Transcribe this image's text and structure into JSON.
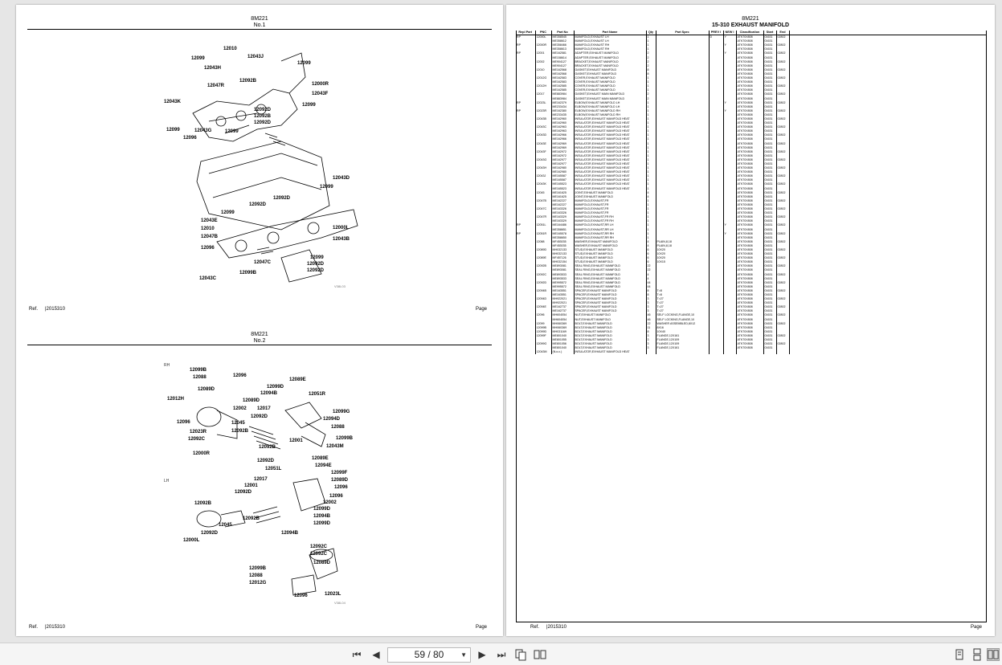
{
  "left_page": {
    "fig1": {
      "model": "8M221",
      "no": "No.1",
      "ref": "Ref.",
      "ref_code": "|2015310",
      "page": "Page",
      "code": "V38L03"
    },
    "fig2": {
      "model": "8M221",
      "no": "No.2",
      "ref": "Ref.",
      "ref_code": "|2015310",
      "page": "Page",
      "code": "V38L04",
      "rh": "RH",
      "lh": "LH"
    },
    "fig1_labels": [
      "12010",
      "12043J",
      "12099",
      "12099",
      "12043H",
      "12047R",
      "12092B",
      "12000R",
      "12043F",
      "12043K",
      "12092D",
      "12092B",
      "12092D",
      "12099",
      "12099",
      "12043G",
      "12099",
      "12096",
      "12043D",
      "12099",
      "12092D",
      "12092D",
      "12099",
      "12043E",
      "12010",
      "12047B",
      "12096",
      "12000L",
      "12043B",
      "12099",
      "12047C",
      "12092D",
      "12092D",
      "12043C",
      "12099B"
    ],
    "fig2_labels": [
      "12099B",
      "12088",
      "12096",
      "12089E",
      "12099D",
      "12089D",
      "12094B",
      "12051R",
      "12012H",
      "12089D",
      "12002",
      "12017",
      "12099G",
      "12092D",
      "12094D",
      "12096",
      "12045",
      "12088",
      "12023R",
      "12092B",
      "12099B",
      "12092C",
      "12001",
      "12043M",
      "12092B",
      "12000R",
      "12089E",
      "12092D",
      "12094E",
      "12051L",
      "12099F",
      "12017",
      "12089D",
      "12001",
      "12096",
      "12092D",
      "12096",
      "12002",
      "12092B",
      "12099D",
      "12094B",
      "12092B",
      "12099D",
      "12045",
      "12092D",
      "12094B",
      "12000L",
      "12092C",
      "12092C",
      "12089D",
      "12099B",
      "12088",
      "12012G",
      "12096",
      "12023L"
    ]
  },
  "right_page": {
    "model": "8M221",
    "title": "15-310 EXHAUST MANIFOLD",
    "ref": "Ref.",
    "ref_code": "|2015310",
    "page": "Page",
    "columns": [
      "Repl Part",
      "PNC",
      "Part No",
      "Part Name",
      "Qty",
      "Part Spec",
      "PREV I",
      "NEW I",
      "Classification",
      "Start",
      "End"
    ],
    "rows": [
      [
        "RP",
        "12000L",
        "ME358545",
        "MANIFOLD,EXHAUST LH",
        "1",
        "",
        "D",
        "Y",
        "ATK70X808",
        "01631",
        "02802"
      ],
      [
        "",
        "",
        "ME358612",
        "MANIFOLD,EXHAUST LH",
        "1",
        "",
        "",
        "",
        "ATK70X808",
        "01631",
        ""
      ],
      [
        "RP",
        "12000R",
        "ME358466",
        "MANIFOLD,EXHAUST RH",
        "1",
        "",
        "",
        "Y",
        "ATK70X808",
        "01631",
        "02802"
      ],
      [
        "",
        "",
        "ME358613",
        "MANIFOLD,EXHAUST RH",
        "1",
        "",
        "",
        "",
        "ATK70X808",
        "01631",
        ""
      ],
      [
        "RP",
        "12001",
        "ME162581",
        "ADAPTER,EXHAUST MANIFOLD",
        "2",
        "",
        "",
        "Y",
        "ATK70X808",
        "01631",
        "02802"
      ],
      [
        "",
        "",
        "ME158614",
        "ADAPTER,EXHAUST MANIFOLD",
        "2",
        "",
        "",
        "",
        "ATK70X808",
        "01631",
        ""
      ],
      [
        "",
        "12002",
        "ME904127",
        "BRACKET,EXHAUST MANIFOLD",
        "2",
        "",
        "",
        "",
        "ATK70X808",
        "01631",
        "02802"
      ],
      [
        "",
        "",
        "ME904127",
        "BRACKET,EXHAUST MANIFOLD",
        "2",
        "",
        "",
        "",
        "ATK70X808",
        "01631",
        ""
      ],
      [
        "",
        "12010",
        "ME162568",
        "GASKET,EXHAUST MANIFOLD",
        "8",
        "",
        "",
        "",
        "ATK70X808",
        "01631",
        "02802"
      ],
      [
        "",
        "",
        "ME162568",
        "GASKET,EXHAUST MANIFOLD",
        "8",
        "",
        "",
        "",
        "ATK70X808",
        "01631",
        ""
      ],
      [
        "",
        "12012G",
        "ME162583",
        "COVER,EXHAUST MANIFOLD",
        "1",
        "",
        "",
        "",
        "ATK70X808",
        "01631",
        "02802"
      ],
      [
        "",
        "",
        "ME162583",
        "COVER,EXHAUST MANIFOLD",
        "1",
        "",
        "",
        "",
        "ATK70X808",
        "01631",
        ""
      ],
      [
        "",
        "12012H",
        "ME162585",
        "COVER,EXHAUST MANIFOLD",
        "1",
        "",
        "",
        "",
        "ATK70X808",
        "01631",
        "02802"
      ],
      [
        "",
        "",
        "ME162585",
        "COVER,EXHAUST MANIFOLD",
        "1",
        "",
        "",
        "",
        "ATK70X808",
        "01631",
        ""
      ],
      [
        "",
        "12017",
        "ME883984",
        "GASKET,EXHAUST MAIN MANIFOLD",
        "2",
        "",
        "",
        "",
        "ATK70X808",
        "01631",
        "02802"
      ],
      [
        "",
        "",
        "ME883984",
        "GASKET,EXHAUST MAIN MANIFOLD",
        "2",
        "",
        "",
        "",
        "ATK70X808",
        "01631",
        ""
      ],
      [
        "RP",
        "12023L",
        "ME162379",
        "ELBOW,EXHAUST MANIFOLD LH",
        "1",
        "",
        "",
        "Y",
        "ATK70X808",
        "01631",
        "02802"
      ],
      [
        "",
        "",
        "ME233434",
        "ELBOW,EXHAUST MANIFOLD LH",
        "1",
        "",
        "",
        "",
        "ATK70X808",
        "01631",
        ""
      ],
      [
        "RP",
        "12023R",
        "ME162380",
        "ELBOW,EXHAUST MANIFOLD RH",
        "1",
        "",
        "",
        "Y",
        "ATK70X808",
        "01631",
        "02802"
      ],
      [
        "",
        "",
        "ME233435",
        "ELBOW,EXHAUST MANIFOLD RH",
        "1",
        "",
        "",
        "",
        "ATK70X808",
        "01631",
        ""
      ],
      [
        "",
        "12043B",
        "ME162960",
        "INSULATOR,EXHAUST MANIFOLD HEAT",
        "1",
        "",
        "",
        "",
        "ATK70X808",
        "01631",
        "02802"
      ],
      [
        "",
        "",
        "ME162960",
        "INSULATOR,EXHAUST MANIFOLD HEAT",
        "1",
        "",
        "",
        "",
        "ATK70X808",
        "01631",
        ""
      ],
      [
        "",
        "12043C",
        "ME162963",
        "INSULATOR,EXHAUST MANIFOLD HEAT",
        "1",
        "",
        "",
        "",
        "ATK70X808",
        "01631",
        "02802"
      ],
      [
        "",
        "",
        "ME162963",
        "INSULATOR,EXHAUST MANIFOLD HEAT",
        "1",
        "",
        "",
        "",
        "ATK70X808",
        "01631",
        ""
      ],
      [
        "",
        "12043D",
        "ME162966",
        "INSULATOR,EXHAUST MANIFOLD HEAT",
        "1",
        "",
        "",
        "",
        "ATK70X808",
        "01631",
        "02802"
      ],
      [
        "",
        "",
        "ME162966",
        "INSULATOR,EXHAUST MANIFOLD HEAT",
        "1",
        "",
        "",
        "",
        "ATK70X808",
        "01631",
        ""
      ],
      [
        "",
        "12043E",
        "ME162969",
        "INSULATOR,EXHAUST MANIFOLD HEAT",
        "1",
        "",
        "",
        "",
        "ATK70X808",
        "01631",
        "02802"
      ],
      [
        "",
        "",
        "ME162969",
        "INSULATOR,EXHAUST MANIFOLD HEAT",
        "1",
        "",
        "",
        "",
        "ATK70X808",
        "01631",
        ""
      ],
      [
        "",
        "12043F",
        "ME162972",
        "INSULATOR,EXHAUST MANIFOLD HEAT",
        "1",
        "",
        "",
        "",
        "ATK70X808",
        "01631",
        "02802"
      ],
      [
        "",
        "",
        "ME162972",
        "INSULATOR,EXHAUST MANIFOLD HEAT",
        "1",
        "",
        "",
        "",
        "ATK70X808",
        "01631",
        ""
      ],
      [
        "",
        "12043G",
        "ME162977",
        "INSULATOR,EXHAUST MANIFOLD HEAT",
        "1",
        "",
        "",
        "",
        "ATK70X808",
        "01631",
        "02802"
      ],
      [
        "",
        "",
        "ME162977",
        "INSULATOR,EXHAUST MANIFOLD HEAT",
        "1",
        "",
        "",
        "",
        "ATK70X808",
        "01631",
        ""
      ],
      [
        "",
        "12043H",
        "ME162980",
        "INSULATOR,EXHAUST MANIFOLD HEAT",
        "1",
        "",
        "",
        "",
        "ATK70X808",
        "01631",
        "02802"
      ],
      [
        "",
        "",
        "ME162980",
        "INSULATOR,EXHAUST MANIFOLD HEAT",
        "1",
        "",
        "",
        "",
        "ATK70X808",
        "01631",
        ""
      ],
      [
        "",
        "12043J",
        "ME165587",
        "INSULATOR,EXHAUST MANIFOLD HEAT",
        "1",
        "",
        "",
        "",
        "ATK70X808",
        "01631",
        "02802"
      ],
      [
        "",
        "",
        "ME165587",
        "INSULATOR,EXHAUST MANIFOLD HEAT",
        "1",
        "",
        "",
        "",
        "ATK70X808",
        "01631",
        ""
      ],
      [
        "",
        "12043K",
        "ME165523",
        "INSULATOR,EXHAUST MANIFOLD HEAT",
        "1",
        "",
        "",
        "",
        "ATK70X808",
        "01631",
        "02802"
      ],
      [
        "",
        "",
        "ME165523",
        "INSULATOR,EXHAUST MANIFOLD HEAT",
        "1",
        "",
        "",
        "",
        "ATK70X808",
        "01631",
        ""
      ],
      [
        "",
        "12045",
        "ME161625",
        "JOINT,EXHAUST MANIFOLD",
        "4",
        "",
        "",
        "",
        "ATK70X808",
        "01631",
        "02802"
      ],
      [
        "",
        "",
        "ME161625",
        "JOINT,EXHAUST MANIFOLD",
        "4",
        "",
        "",
        "",
        "ATK70X808",
        "01631",
        ""
      ],
      [
        "",
        "12047B",
        "ME162227",
        "MANIFOLD,EXHAUST,FR",
        "1",
        "",
        "",
        "",
        "ATK70X808",
        "01631",
        "02802"
      ],
      [
        "",
        "",
        "ME162227",
        "MANIFOLD,EXHAUST,FR",
        "1",
        "",
        "",
        "",
        "ATK70X808",
        "01631",
        ""
      ],
      [
        "",
        "12047C",
        "ME163326",
        "MANIFOLD,EXHAUST,FR",
        "1",
        "",
        "",
        "",
        "ATK70X808",
        "01631",
        "02802"
      ],
      [
        "",
        "",
        "ME163326",
        "MANIFOLD,EXHAUST,FR",
        "1",
        "",
        "",
        "",
        "ATK70X808",
        "01631",
        ""
      ],
      [
        "",
        "12047R",
        "ME163329",
        "MANIFOLD,EXHAUST,FR RH",
        "1",
        "",
        "",
        "",
        "ATK70X808",
        "01631",
        "02802"
      ],
      [
        "",
        "",
        "ME163329",
        "MANIFOLD,EXHAUST,FR RH",
        "1",
        "",
        "",
        "",
        "ATK70X808",
        "01631",
        ""
      ],
      [
        "RP",
        "12051L",
        "ME164486",
        "MANIFOLD,EXHAUST,RR LH",
        "1",
        "",
        "",
        "Y",
        "ATK70X808",
        "01631",
        "02802"
      ],
      [
        "",
        "",
        "ME358651",
        "MANIFOLD,EXHAUST,RR LH",
        "1",
        "",
        "",
        "",
        "ATK70X808",
        "01631",
        ""
      ],
      [
        "RP",
        "12051R",
        "ME165578",
        "MANIFOLD,EXHAUST,RR RH",
        "1",
        "",
        "",
        "Y",
        "ATK70X808",
        "01631",
        "02802"
      ],
      [
        "",
        "",
        "ME358650",
        "MANIFOLD,EXHAUST,RR RH",
        "1",
        "",
        "",
        "",
        "ATK70X808",
        "01631",
        ""
      ],
      [
        "",
        "12088",
        "MF453035",
        "WASHER,EXHAUST MANIFOLD",
        "4",
        "PLAIN,8,18",
        "",
        "",
        "ATK70X808",
        "01631",
        "02802"
      ],
      [
        "",
        "",
        "MF453035",
        "WASHER,EXHAUST MANIFOLD",
        "4",
        "PLAIN,8,18",
        "",
        "",
        "ATK70X808",
        "01631",
        ""
      ],
      [
        "",
        "12089D",
        "MH032133",
        "STUD,EXHAUST MANIFOLD",
        "6",
        "10X20",
        "",
        "",
        "ATK70X808",
        "01631",
        "02802"
      ],
      [
        "",
        "",
        "MH032133",
        "STUD,EXHAUST MANIFOLD",
        "6",
        "10X20",
        "",
        "",
        "ATK70X808",
        "01631",
        ""
      ],
      [
        "",
        "12089E",
        "MF457126",
        "STUD,EXHAUST MANIFOLD",
        "6",
        "10X20",
        "",
        "",
        "ATK70X808",
        "01631",
        "02802"
      ],
      [
        "",
        "",
        "MH032154",
        "STUD,EXHAUST MANIFOLD",
        "6",
        "10X15",
        "",
        "",
        "ATK70X808",
        "01631",
        ""
      ],
      [
        "",
        "12092B",
        "ME893081",
        "SEAL RING,EXHAUST MANIFOLD",
        "22",
        "",
        "",
        "",
        "ATK70X808",
        "01631",
        "02802"
      ],
      [
        "",
        "",
        "ME893081",
        "SEAL RING,EXHAUST MANIFOLD",
        "22",
        "",
        "",
        "",
        "ATK70X808",
        "01631",
        ""
      ],
      [
        "",
        "12092C",
        "ME893533",
        "SEAL RING,EXHAUST MANIFOLD",
        "4",
        "",
        "",
        "",
        "ATK70X808",
        "01631",
        "02802"
      ],
      [
        "",
        "",
        "ME893533",
        "SEAL RING,EXHAUST MANIFOLD",
        "4",
        "",
        "",
        "",
        "ATK70X808",
        "01631",
        ""
      ],
      [
        "",
        "12092D",
        "ME995572",
        "SEAL RING,EXHAUST MANIFOLD",
        "44",
        "",
        "",
        "",
        "ATK70X808",
        "01631",
        "02802"
      ],
      [
        "",
        "",
        "ME995572",
        "SEAL RING,EXHAUST MANIFOLD",
        "44",
        "",
        "",
        "",
        "ATK70X808",
        "01631",
        ""
      ],
      [
        "",
        "12094B",
        "ME163551",
        "SPACER,EXHAUST MANIFOLD",
        "8",
        "T=8",
        "",
        "",
        "ATK70X808",
        "01631",
        "02802"
      ],
      [
        "",
        "",
        "ME163551",
        "SPACER,EXHAUST MANIFOLD",
        "8",
        "T=8",
        "",
        "",
        "ATK70X808",
        "01631",
        ""
      ],
      [
        "",
        "12094D",
        "MH922021",
        "SPACER,EXHAUST MANIFOLD",
        "3",
        "T=27",
        "",
        "",
        "ATK70X808",
        "01631",
        "02802"
      ],
      [
        "",
        "",
        "MH922021",
        "SPACER,EXHAUST MANIFOLD",
        "3",
        "T=27",
        "",
        "",
        "ATK70X808",
        "01631",
        ""
      ],
      [
        "",
        "12094E",
        "ME162737",
        "SPACER,EXHAUST MANIFOLD",
        "3",
        "T=27",
        "",
        "",
        "ATK70X808",
        "01631",
        "02802"
      ],
      [
        "",
        "",
        "ME162737",
        "SPACER,EXHAUST MANIFOLD",
        "3",
        "T=27",
        "",
        "",
        "ATK70X808",
        "01631",
        ""
      ],
      [
        "",
        "12096",
        "MH604054",
        "NUT,EXHAUST MANIFOLD",
        "46",
        "SELF LOCKING,FLANGE,10",
        "",
        "",
        "ATK70X808",
        "01631",
        "02802"
      ],
      [
        "",
        "",
        "MH604054",
        "NUT,EXHAUST MANIFOLD",
        "46",
        "SELF LOCKING,FLANGE,10",
        "",
        "",
        "ATK70X808",
        "01631",
        ""
      ],
      [
        "",
        "12099",
        "MH060369",
        "BOLT,EXHAUST MANIFOLD",
        "22",
        "WASHER ASSEMBLED,8X12",
        "",
        "",
        "ATK70X808",
        "01631",
        "02802"
      ],
      [
        "",
        "12099B",
        "MH060369",
        "BOLT,EXHAUST MANIFOLD",
        "11",
        "8X16",
        "",
        "",
        "ATK70X808",
        "01631",
        ""
      ],
      [
        "",
        "12099D",
        "MH031169",
        "BOLT,EXHAUST MANIFOLD",
        "8",
        "10X40",
        "",
        "",
        "ATK70X808",
        "01631",
        ""
      ],
      [
        "",
        "12099F",
        "ME801040",
        "BOLT,EXHAUST MANIFOLD",
        "3",
        "FLANGE,12X161",
        "",
        "",
        "ATK70X808",
        "01631",
        "02802"
      ],
      [
        "",
        "",
        "ME801055",
        "BOLT,EXHAUST MANIFOLD",
        "3",
        "FLANGE,12X109",
        "",
        "",
        "ATK70X808",
        "01631",
        ""
      ],
      [
        "",
        "12099G",
        "ME801056",
        "BOLT,EXHAUST MANIFOLD",
        "3",
        "FLANGE,12X109",
        "",
        "",
        "ATK70X808",
        "01631",
        "02802"
      ],
      [
        "",
        "",
        "ME801040",
        "BOLT,EXHAUST MANIFOLD",
        "3",
        "FLANGE,12X161",
        "",
        "",
        "ATK70X808",
        "01631",
        ""
      ],
      [
        "",
        "12043M",
        "(N.o.c.)",
        "INSULATOR,EXHAUST MANIFOLD HEAT",
        "",
        "",
        "",
        "",
        "",
        "",
        ""
      ]
    ]
  },
  "toolbar": {
    "page_indicator": "59 / 80",
    "first_icon": "first-page-icon",
    "prev_icon": "prev-page-icon",
    "next_icon": "next-page-icon",
    "last_icon": "last-page-icon"
  }
}
